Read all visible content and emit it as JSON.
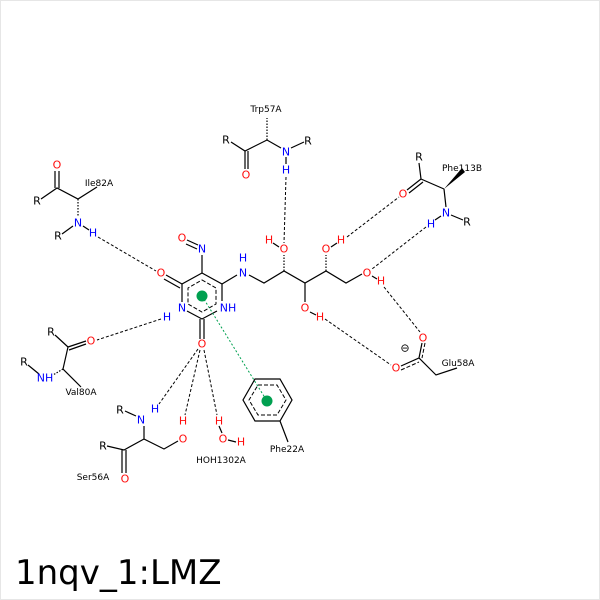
{
  "title": "1nqv_1:LMZ",
  "residues": {
    "trp57": "Trp57A",
    "ile82": "Ile82A",
    "val80": "Val80A",
    "ser56": "Ser56A",
    "hoh": "HOH1302A",
    "phe22": "Phe22A",
    "phe113": "Phe113B",
    "glu58": "Glu58A"
  },
  "atoms": {
    "O": "O",
    "N": "N",
    "H": "H",
    "R": "R",
    "NH": "NH",
    "minus": "⊖"
  },
  "colors": {
    "oxygen": "#ff0d0d",
    "nitrogen": "#0000ff",
    "pi_stack": "#00a050"
  }
}
